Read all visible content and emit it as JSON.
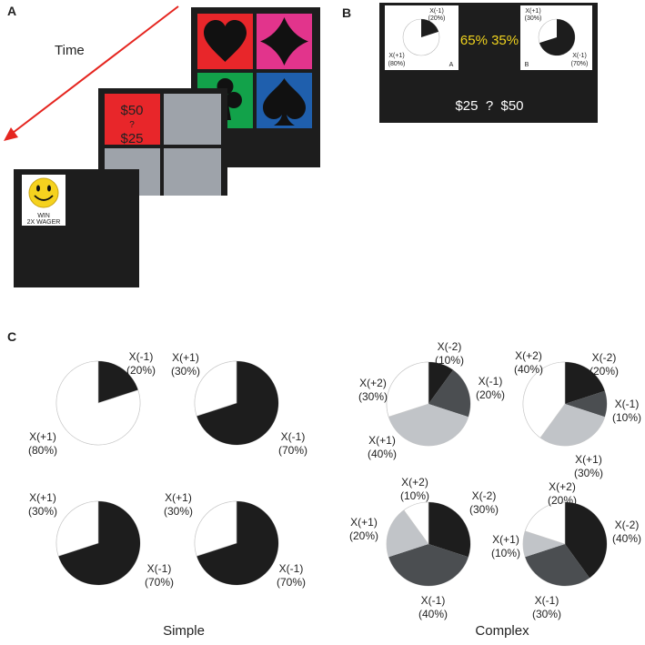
{
  "panel_a": {
    "letter": "A",
    "time_label": "Time",
    "screen_mid": {
      "top": "$50",
      "middle": "?",
      "bottom": "$25"
    },
    "screen_front": {
      "caption_line1": "WIN",
      "caption_line2": "2X WAGER"
    },
    "colors": {
      "heart": "#e8262a",
      "diamond": "#e2348c",
      "club": "#12a24a",
      "spade": "#1f5fad",
      "gray": "#9ea3aa",
      "wager": "#e8262a",
      "arrow": "#e52620"
    }
  },
  "panel_b": {
    "letter": "B",
    "pie_a": {
      "top_label": "X(-1)",
      "top_pct": "(20%)",
      "bottom_label": "X(+1)",
      "bottom_pct": "(80%)",
      "id": "A"
    },
    "pie_b": {
      "top_label": "X(+1)",
      "top_pct": "(30%)",
      "bottom_label": "X(-1)",
      "bottom_pct": "(70%)",
      "id": "B"
    },
    "probs": "65% 35%",
    "wager": "$25  ?  $50",
    "colors": {
      "probs": "#f0d31e"
    }
  },
  "panel_c": {
    "letter": "C",
    "simple_label": "Simple",
    "complex_label": "Complex",
    "colors": {
      "black": "#1d1d1d",
      "dark_gray": "#4b4e51",
      "light_gray": "#c1c4c8",
      "white": "#ffffff"
    },
    "simple": [
      {
        "slices": [
          {
            "pct": 20,
            "color": "black"
          },
          {
            "pct": 80,
            "color": "white"
          }
        ],
        "labels": [
          {
            "name": "X(-1)",
            "pct": "(20%)"
          },
          {
            "name": "X(+1)",
            "pct": "(80%)"
          }
        ]
      },
      {
        "slices": [
          {
            "pct": 70,
            "color": "black"
          },
          {
            "pct": 30,
            "color": "white"
          }
        ],
        "labels": [
          {
            "name": "X(+1)",
            "pct": "(30%)"
          },
          {
            "name": "X(-1)",
            "pct": "(70%)"
          }
        ]
      },
      {
        "slices": [
          {
            "pct": 70,
            "color": "black"
          },
          {
            "pct": 30,
            "color": "white"
          }
        ],
        "labels": [
          {
            "name": "X(+1)",
            "pct": "(30%)"
          },
          {
            "name": "X(-1)",
            "pct": "(70%)"
          }
        ]
      },
      {
        "slices": [
          {
            "pct": 70,
            "color": "black"
          },
          {
            "pct": 30,
            "color": "white"
          }
        ],
        "labels": [
          {
            "name": "X(+1)",
            "pct": "(30%)"
          },
          {
            "name": "X(-1)",
            "pct": "(70%)"
          }
        ]
      }
    ],
    "complex": [
      {
        "slices": [
          {
            "pct": 10,
            "color": "black"
          },
          {
            "pct": 20,
            "color": "dark_gray"
          },
          {
            "pct": 40,
            "color": "light_gray"
          },
          {
            "pct": 30,
            "color": "white"
          }
        ],
        "labels": [
          {
            "name": "X(-2)",
            "pct": "(10%)"
          },
          {
            "name": "X(-1)",
            "pct": "(20%)"
          },
          {
            "name": "X(+1)",
            "pct": "(40%)"
          },
          {
            "name": "X(+2)",
            "pct": "(30%)"
          }
        ]
      },
      {
        "slices": [
          {
            "pct": 20,
            "color": "black"
          },
          {
            "pct": 10,
            "color": "dark_gray"
          },
          {
            "pct": 30,
            "color": "light_gray"
          },
          {
            "pct": 40,
            "color": "white"
          }
        ],
        "labels": [
          {
            "name": "X(-2)",
            "pct": "(20%)"
          },
          {
            "name": "X(-1)",
            "pct": "(10%)"
          },
          {
            "name": "X(+1)",
            "pct": "(30%)"
          },
          {
            "name": "X(+2)",
            "pct": "(40%)"
          }
        ]
      },
      {
        "slices": [
          {
            "pct": 30,
            "color": "black"
          },
          {
            "pct": 40,
            "color": "dark_gray"
          },
          {
            "pct": 20,
            "color": "light_gray"
          },
          {
            "pct": 10,
            "color": "white"
          }
        ],
        "labels": [
          {
            "name": "X(-2)",
            "pct": "(30%)"
          },
          {
            "name": "X(-1)",
            "pct": "(40%)"
          },
          {
            "name": "X(+1)",
            "pct": "(20%)"
          },
          {
            "name": "X(+2)",
            "pct": "(10%)"
          }
        ]
      },
      {
        "slices": [
          {
            "pct": 40,
            "color": "black"
          },
          {
            "pct": 30,
            "color": "dark_gray"
          },
          {
            "pct": 10,
            "color": "light_gray"
          },
          {
            "pct": 20,
            "color": "white"
          }
        ],
        "labels": [
          {
            "name": "X(-2)",
            "pct": "(40%)"
          },
          {
            "name": "X(-1)",
            "pct": "(30%)"
          },
          {
            "name": "X(+1)",
            "pct": "(10%)"
          },
          {
            "name": "X(+2)",
            "pct": "(20%)"
          }
        ]
      }
    ]
  }
}
